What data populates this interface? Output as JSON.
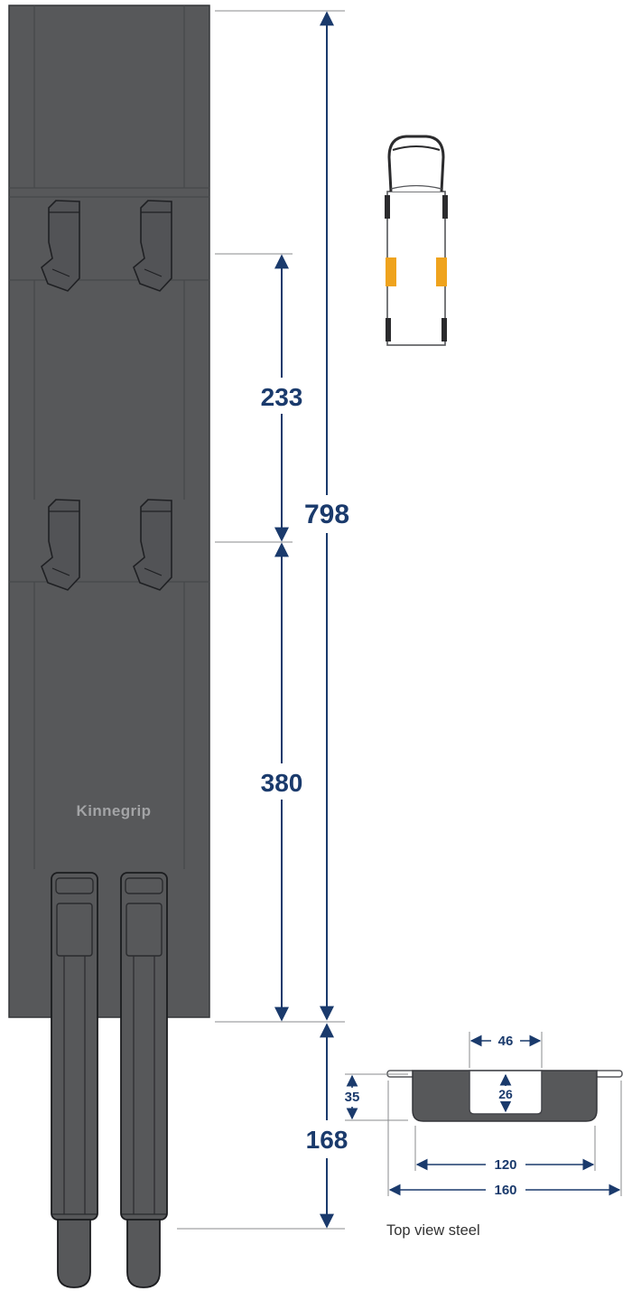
{
  "post": {
    "brand_label": "Kinnegrip"
  },
  "dimensions": {
    "overall": "798",
    "upper_segment": "233",
    "lower_segment": "380",
    "prong_segment": "168"
  },
  "steel_section": {
    "label": "Top view steel",
    "dims": {
      "pocket_width": "46",
      "pocket_depth": "26",
      "profile_depth": "35",
      "body_width": "120",
      "overall_width": "160"
    }
  },
  "colors": {
    "dim": "#1a3a6c",
    "post_fill": "#57585a",
    "post_outline": "#333538",
    "panel_line": "#46474a",
    "detail": "#1f2023",
    "ext_line": "#8a8b8d",
    "accent_yellow": "#efa31d",
    "logo_text": "#a3a4a6",
    "truck_outline": "#2b2b2d",
    "truck_stroke": "#55565a",
    "section_text": "#333333"
  }
}
